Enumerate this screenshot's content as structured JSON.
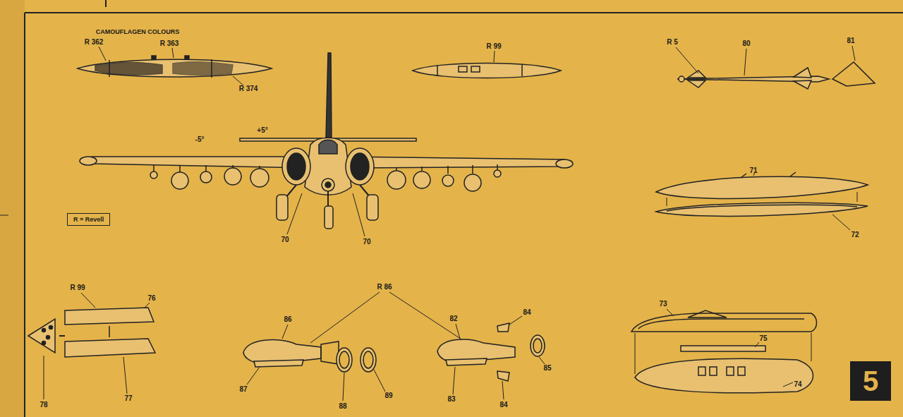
{
  "diagram": {
    "nodes": [
      {
        "text": [
          "R = Revell"
        ]
      },
      {
        "text": [
          "5"
        ]
      }
    ],
    "labels": [
      "CAMOUFLAGEN COLOURS",
      "R 362",
      "R 363",
      "R 374",
      "R 99",
      "R 5",
      "80",
      "81",
      "-5°",
      "+5°",
      "71",
      "72",
      "70",
      "70",
      "R 99",
      "76",
      "78",
      "77",
      "R 86",
      "86",
      "87",
      "88",
      "89",
      "82",
      "84",
      "84",
      "85",
      "83",
      "73",
      "75",
      "74"
    ]
  }
}
